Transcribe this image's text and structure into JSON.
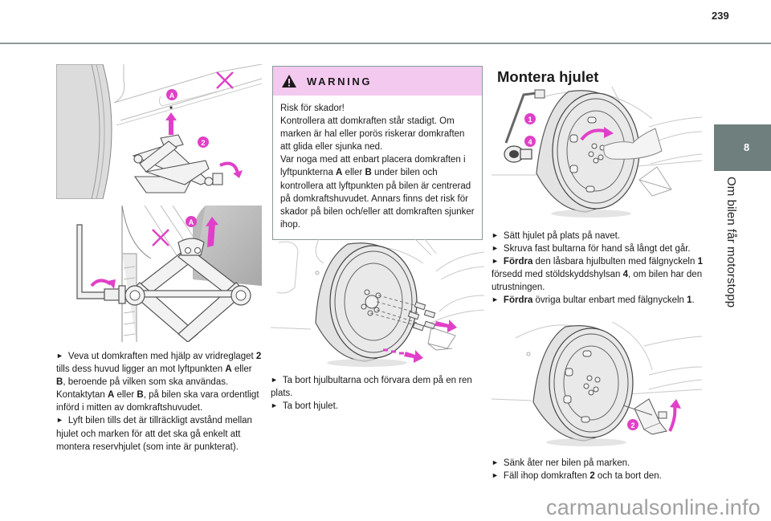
{
  "page": {
    "number": "239",
    "chapter_number": "8",
    "chapter_title": "Om bilen får motorstopp",
    "watermark": "carmanualsonline.info"
  },
  "colors": {
    "accent_magenta": "#e040c8",
    "tab_gray": "#6e7f7d",
    "warning_header_bg": "#f4c9ef",
    "rule_gray": "#8a9a98"
  },
  "column1": {
    "illustration_top": {
      "icon": "car-jack-lift-point-illustration",
      "labels": [
        "A",
        "2"
      ]
    },
    "illustration_bottom": {
      "icon": "scissor-jack-closeup-illustration",
      "labels": [
        "A"
      ]
    },
    "steps": [
      {
        "parts": [
          {
            "t": "Veva ut domkraften med hjälp av vridreglaget ",
            "b": false
          },
          {
            "t": "2",
            "b": true
          },
          {
            "t": " tills dess huvud ligger an mot lyftpunkten ",
            "b": false
          },
          {
            "t": "A",
            "b": true
          },
          {
            "t": " eller ",
            "b": false
          },
          {
            "t": "B",
            "b": true
          },
          {
            "t": ", beroende på vilken som ska användas.",
            "b": false
          }
        ],
        "bullet": true
      },
      {
        "parts": [
          {
            "t": "Kontaktytan ",
            "b": false
          },
          {
            "t": "A",
            "b": true
          },
          {
            "t": " eller ",
            "b": false
          },
          {
            "t": "B",
            "b": true
          },
          {
            "t": ", på bilen ska vara ordentligt införd i mitten av domkraftshuvudet.",
            "b": false
          }
        ],
        "bullet": false
      },
      {
        "parts": [
          {
            "t": "Lyft bilen tills det är tillräckligt avstånd mellan hjulet och marken för att det ska gå enkelt att montera reservhjulet (som inte är punkterat).",
            "b": false
          }
        ],
        "bullet": true
      }
    ]
  },
  "column2": {
    "warning": {
      "title": "WARNING",
      "icon": "warning-triangle-icon",
      "lines": [
        [
          {
            "t": "Risk för skador!",
            "b": false
          }
        ],
        [
          {
            "t": "Kontrollera att domkraften står stadigt. Om marken är hal eller porös riskerar domkraften att glida eller sjunka ned.",
            "b": false
          }
        ],
        [
          {
            "t": "Var noga med att enbart placera domkraften i lyftpunkterna ",
            "b": false
          },
          {
            "t": "A",
            "b": true
          },
          {
            "t": " eller ",
            "b": false
          },
          {
            "t": "B",
            "b": true
          },
          {
            "t": " under bilen och kontrollera att lyftpunkten på bilen är centrerad på domkraftshuvudet. Annars finns det risk för skador på bilen och/eller att domkraften sjunker ihop.",
            "b": false
          }
        ]
      ]
    },
    "illustration": {
      "icon": "wheel-removal-illustration"
    },
    "steps": [
      {
        "parts": [
          {
            "t": "Ta bort hjulbultarna och förvara dem på en ren plats.",
            "b": false
          }
        ],
        "bullet": true
      },
      {
        "parts": [
          {
            "t": "Ta bort hjulet.",
            "b": false
          }
        ],
        "bullet": true
      }
    ]
  },
  "column3": {
    "heading": "Montera hjulet",
    "illustration_top": {
      "icon": "wheel-mounting-illustration",
      "labels": [
        "1",
        "4"
      ]
    },
    "steps_top": [
      {
        "parts": [
          {
            "t": "Sätt hjulet på plats på navet.",
            "b": false
          }
        ],
        "bullet": true
      },
      {
        "parts": [
          {
            "t": "Skruva fast bultarna för hand så långt det går.",
            "b": false
          }
        ],
        "bullet": true
      },
      {
        "parts": [
          {
            "t": "Fördra",
            "b": true
          },
          {
            "t": " den låsbara hjulbulten med fälgnyckeln ",
            "b": false
          },
          {
            "t": "1",
            "b": true
          },
          {
            "t": " försedd med stöldskyddshylsan ",
            "b": false
          },
          {
            "t": "4",
            "b": true
          },
          {
            "t": ", om bilen har den utrustningen.",
            "b": false
          }
        ],
        "bullet": true
      },
      {
        "parts": [
          {
            "t": "Fördra",
            "b": true
          },
          {
            "t": " övriga bultar enbart med fälgnyckeln ",
            "b": false
          },
          {
            "t": "1",
            "b": true
          },
          {
            "t": ".",
            "b": false
          }
        ],
        "bullet": true
      }
    ],
    "illustration_bottom": {
      "icon": "lower-car-illustration",
      "labels": [
        "2"
      ]
    },
    "steps_bottom": [
      {
        "parts": [
          {
            "t": "Sänk åter ner bilen på marken.",
            "b": false
          }
        ],
        "bullet": true
      },
      {
        "parts": [
          {
            "t": "Fäll ihop domkraften ",
            "b": false
          },
          {
            "t": "2",
            "b": true
          },
          {
            "t": " och ta bort den.",
            "b": false
          }
        ],
        "bullet": true
      }
    ]
  },
  "bullet_glyph": "►"
}
